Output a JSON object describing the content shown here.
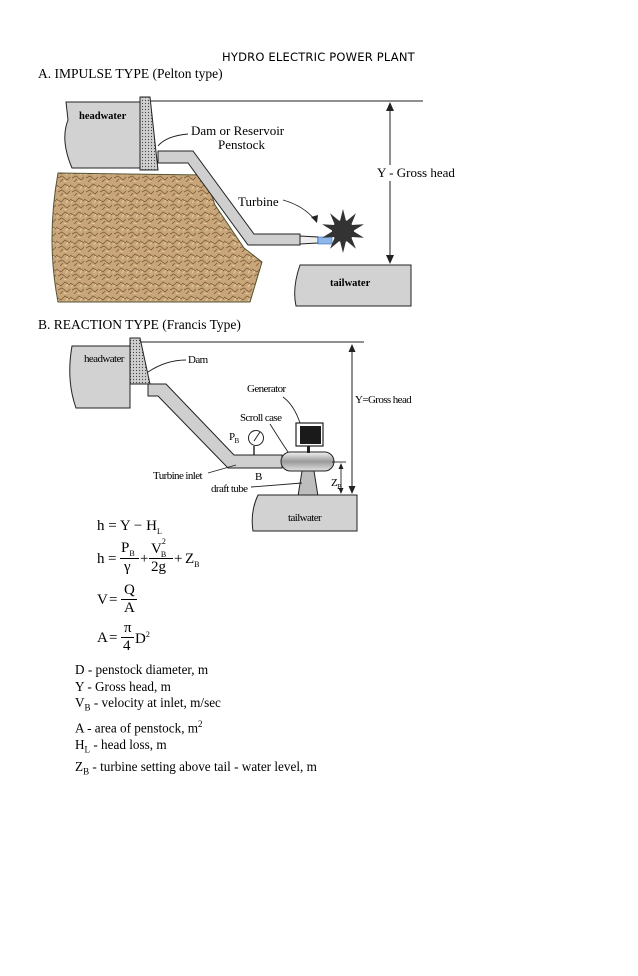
{
  "title": "HYDRO ELECTRIC POWER PLANT",
  "impulse": {
    "heading": "A. IMPULSE TYPE (Pelton type)",
    "headwater": "headwater",
    "dam": "Dam or Reservoir",
    "penstock": "Penstock",
    "turbine": "Turbine",
    "gross_head": "Y - Gross head",
    "tailwater": "tailwater"
  },
  "reaction": {
    "heading": "B. REACTION TYPE (Francis Type)",
    "headwater": "headwater",
    "dam": "Dam",
    "generator": "Generator",
    "scroll_case": "Scroll case",
    "gauge_symbol": "P",
    "gauge_sub": "B",
    "turbine_inlet": "Turbine inlet",
    "inlet_point": "B",
    "draft_tube": "draft tube",
    "gross_head": "Y=Gross head",
    "zb_symbol": "Z",
    "zb_sub": "B",
    "tailwater": "tailwater"
  },
  "equations": {
    "eq1": {
      "lhs": "h",
      "rhs": "Y − H",
      "rhs_sub": "L"
    },
    "eq2": {
      "lhs": "h",
      "num1": "P",
      "num1_sub": "B",
      "den1": "γ",
      "num2": "V",
      "num2_sub": "B",
      "num2_sup": "2",
      "den2": "2g",
      "tail": "Z",
      "tail_sub": "B"
    },
    "eq3": {
      "lhs": "V",
      "num": "Q",
      "den": "A"
    },
    "eq4": {
      "lhs": "A",
      "num": "π",
      "den": "4",
      "var": "D",
      "sup": "2"
    }
  },
  "legend": [
    {
      "sym": "D",
      "sub": "",
      "sup": "",
      "desc": " - penstock diameter, m",
      "tail": ""
    },
    {
      "sym": "Y",
      "sub": "",
      "sup": "",
      "desc": " - Gross head, m",
      "tail": ""
    },
    {
      "sym": "V",
      "sub": "B",
      "sup": "",
      "desc": " - velocity at inlet, m/sec",
      "tail": ""
    },
    {
      "sym": "A",
      "sub": "",
      "sup": "2",
      "desc": " - area of penstock, m",
      "tail": ""
    },
    {
      "sym": "H",
      "sub": "L",
      "sup": "",
      "desc": " - head loss, m",
      "tail": ""
    },
    {
      "sym": "Z",
      "sub": "B",
      "sup": "",
      "desc": " - turbine setting above tail - water level, m",
      "tail": ""
    }
  ]
}
